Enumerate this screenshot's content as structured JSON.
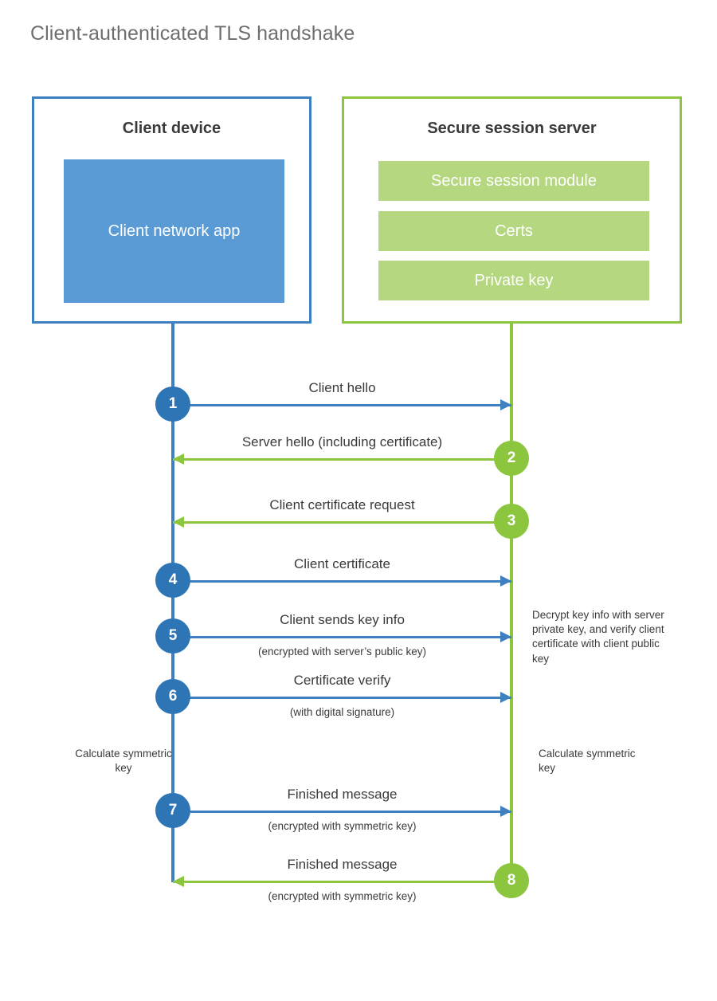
{
  "title": "Client-authenticated TLS handshake",
  "colors": {
    "client_blue": "#3f80c1",
    "client_app_fill": "#5b9bd5",
    "client_circle": "#2e75b6",
    "server_green": "#8cc63f",
    "server_block_fill": "#b4d77f",
    "text": "#3a3a3a",
    "title_text": "#6d6e70",
    "background": "#ffffff"
  },
  "client": {
    "title": "Client device",
    "app_label": "Client network app"
  },
  "server": {
    "title": "Secure session server",
    "blocks": [
      {
        "label": "Secure session module"
      },
      {
        "label": "Certs"
      },
      {
        "label": "Private key"
      }
    ]
  },
  "annotations": {
    "server_decrypt": "Decrypt key info with server private key, and verify client certificate with client public key",
    "client_calculate": "Calculate symmetric key",
    "server_calculate": "Calculate symmetric key"
  },
  "steps": [
    {
      "number": "1",
      "label": "Client hello",
      "sublabel": "",
      "direction": "client-to-server",
      "color": "blue"
    },
    {
      "number": "2",
      "label": "Server hello (including certificate)",
      "sublabel": "",
      "direction": "server-to-client",
      "color": "green"
    },
    {
      "number": "3",
      "label": "Client certificate request",
      "sublabel": "",
      "direction": "server-to-client",
      "color": "green"
    },
    {
      "number": "4",
      "label": "Client certificate",
      "sublabel": "",
      "direction": "client-to-server",
      "color": "blue"
    },
    {
      "number": "5",
      "label": "Client sends key info",
      "sublabel": "(encrypted with server’s public key)",
      "direction": "client-to-server",
      "color": "blue"
    },
    {
      "number": "6",
      "label": "Certificate verify",
      "sublabel": "(with digital signature)",
      "direction": "client-to-server",
      "color": "blue"
    },
    {
      "number": "7",
      "label": "Finished message",
      "sublabel": "(encrypted with symmetric key)",
      "direction": "client-to-server",
      "color": "blue"
    },
    {
      "number": "8",
      "label": "Finished message",
      "sublabel": "(encrypted with symmetric key)",
      "direction": "server-to-client",
      "color": "green"
    }
  ]
}
